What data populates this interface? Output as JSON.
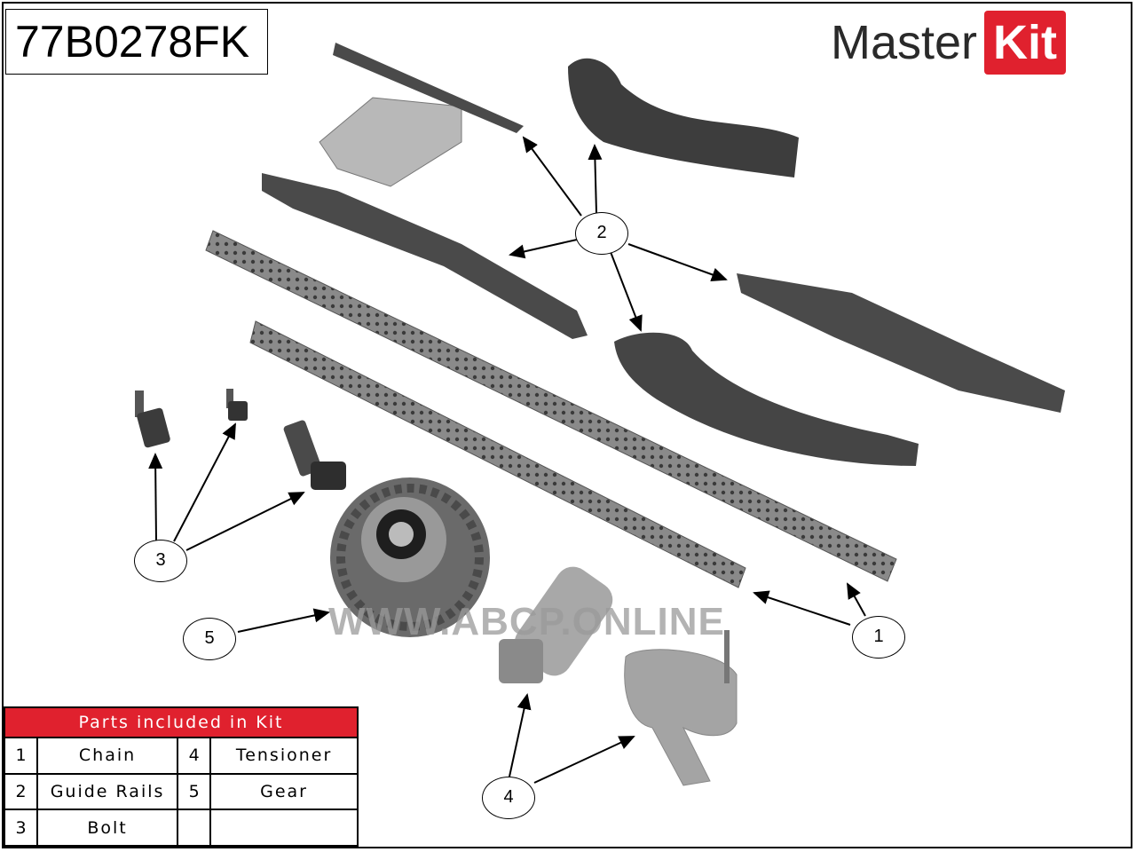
{
  "part_code": "77B0278FK",
  "brand": {
    "text": "Master",
    "box_text": "Kit",
    "accent": "#e0212e"
  },
  "watermark": "WWW.ABCP.ONLINE",
  "callouts": [
    "1",
    "2",
    "3",
    "4",
    "5"
  ],
  "parts_table": {
    "header": "Parts included in Kit",
    "rows": [
      {
        "n1": "1",
        "name1": "Chain",
        "n2": "4",
        "name2": "Tensioner"
      },
      {
        "n1": "2",
        "name1": "Guide Rails",
        "n2": "5",
        "name2": "Gear"
      },
      {
        "n1": "3",
        "name1": "Bolt",
        "n2": "",
        "name2": ""
      }
    ]
  }
}
